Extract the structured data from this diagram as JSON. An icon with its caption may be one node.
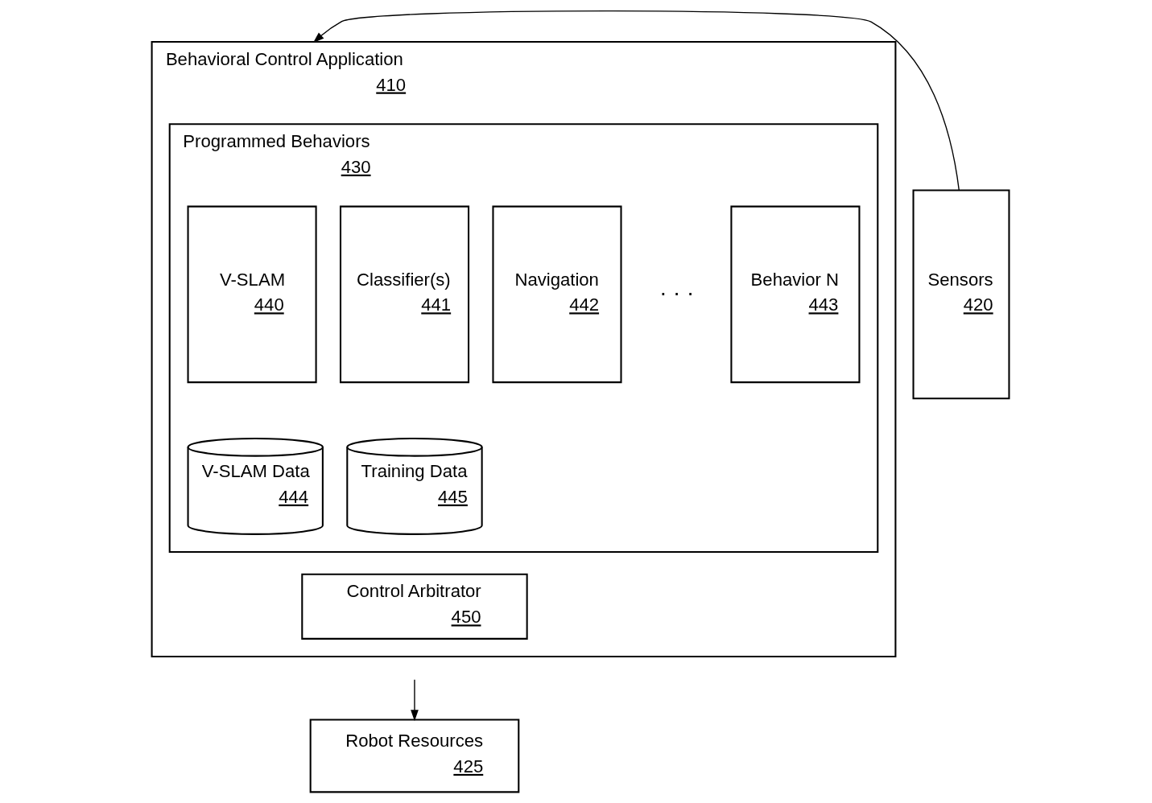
{
  "diagram": {
    "nodes": [
      {
        "text": [
          "Behavioral Control Application",
          "410"
        ]
      },
      {
        "text": [
          "Programmed Behaviors",
          "430"
        ],
        "in": 0
      },
      {
        "text": [
          "V-SLAM",
          "440"
        ],
        "in": 1
      },
      {
        "text": [
          "Classifier(s)",
          "441"
        ],
        "in": 1
      },
      {
        "text": [
          "Navigation",
          "442"
        ],
        "in": 1
      },
      {
        "text": [
          "Behavior N",
          "443"
        ],
        "in": 1
      },
      {
        "text": [
          "V-SLAM Data",
          "444"
        ],
        "in": 1
      },
      {
        "text": [
          "Training Data",
          "445"
        ],
        "in": 1
      },
      {
        "text": [
          "Control Arbitrator",
          "450"
        ],
        "in": 0
      },
      {
        "text": [
          "Sensors",
          "420"
        ]
      },
      {
        "text": [
          "Robot Resources",
          "425"
        ]
      }
    ],
    "edges": [
      {
        "from": 9,
        "to": 0,
        "arrow": "to"
      },
      {
        "from": null,
        "to": 10,
        "arrow": "to"
      }
    ],
    "labels": [
      "· · ·"
    ]
  }
}
